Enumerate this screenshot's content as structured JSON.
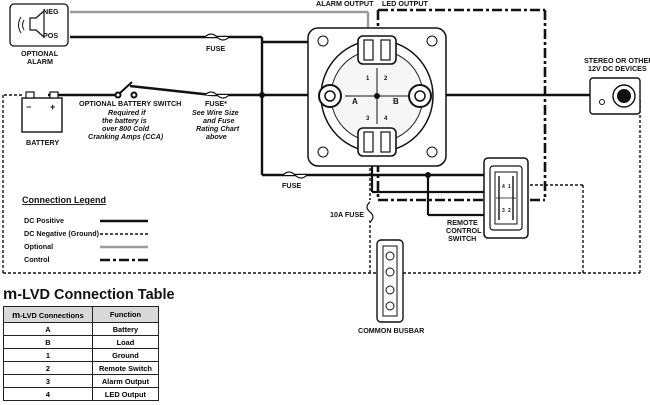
{
  "labels": {
    "alarm_output": "ALARM OUTPUT",
    "led_output": "LED OUTPUT",
    "neg": "NEG",
    "pos": "POS",
    "optional_alarm_1": "OPTIONAL",
    "optional_alarm_2": "ALARM",
    "fuse": "FUSE",
    "fuse_star": "FUSE*",
    "fuse_note_1": "See Wire Size",
    "fuse_note_2": "and Fuse",
    "fuse_note_3": "Rating Chart",
    "fuse_note_4": "above",
    "opt_switch": "OPTIONAL BATTERY SWITCH",
    "switch_note_1": "Required if",
    "switch_note_2": "the battery is",
    "switch_note_3": "over 800 Cold",
    "switch_note_4": "Cranking Amps (CCA)",
    "battery": "BATTERY",
    "stereo_1": "STEREO OR OTHER",
    "stereo_2": "12V DC DEVICES",
    "fuse_10a": "10A FUSE",
    "remote_1": "REMOTE",
    "remote_2": "CONTROL",
    "remote_3": "SWITCH",
    "busbar": "COMMON BUSBAR",
    "term_a": "A",
    "term_b": "B",
    "term_1": "1",
    "term_2": "2",
    "term_3": "3",
    "term_4": "4"
  },
  "legend": {
    "title": "Connection Legend",
    "items": [
      {
        "label": "DC Positive",
        "style": "solid"
      },
      {
        "label": "DC Negative (Ground)",
        "style": "dashed"
      },
      {
        "label": "Optional",
        "style": "gray"
      },
      {
        "label": "Control",
        "style": "dashdot"
      }
    ]
  },
  "table": {
    "title_prefix": "m",
    "title_rest": "-LVD Connection Table",
    "col1_prefix": "m",
    "col1_rest": "-LVD Connections",
    "col2": "Function",
    "rows": [
      {
        "conn": "A",
        "func": "Battery"
      },
      {
        "conn": "B",
        "func": "Load"
      },
      {
        "conn": "1",
        "func": "Ground"
      },
      {
        "conn": "2",
        "func": "Remote Switch"
      },
      {
        "conn": "3",
        "func": "Alarm Output"
      },
      {
        "conn": "4",
        "func": "LED Output"
      }
    ]
  },
  "colors": {
    "wire": "#111111",
    "optional": "#9a9a9a",
    "table_header": "#d9d9d9"
  }
}
